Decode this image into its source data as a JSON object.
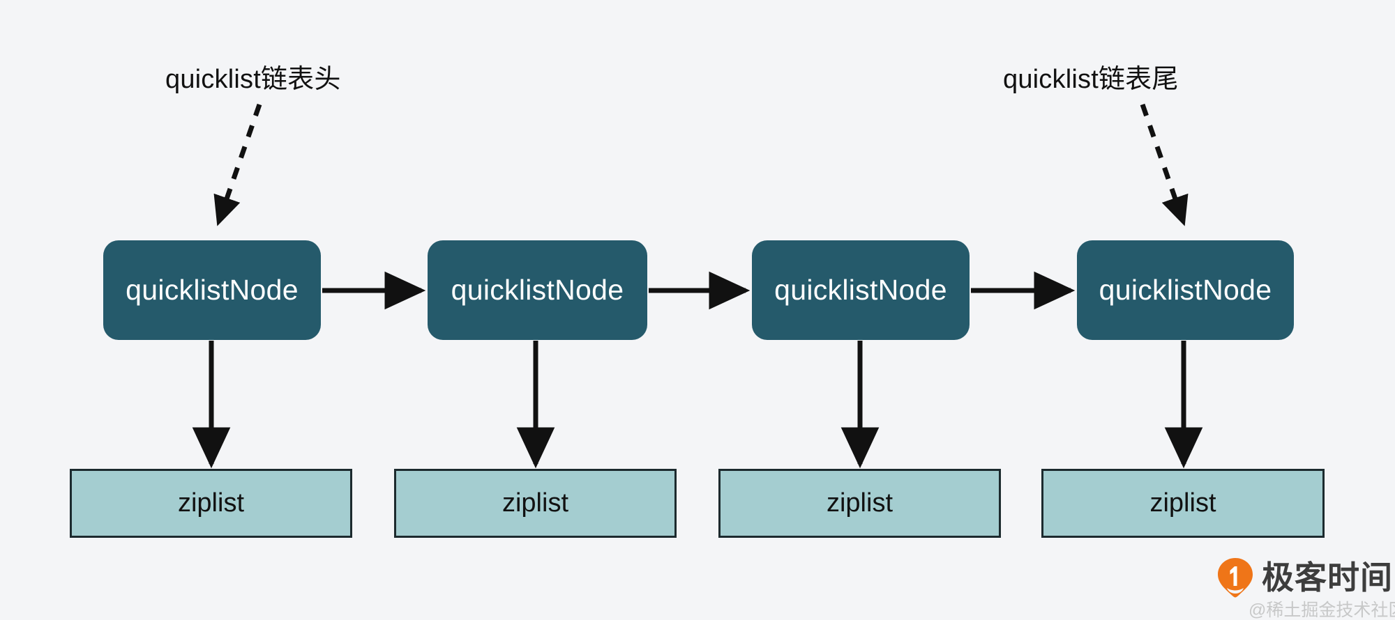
{
  "diagram": {
    "background_color": "#f4f5f7",
    "node_color": "#255a6b",
    "ziplist_color": "#a4cdd0",
    "ziplist_border_color": "#1c2a2e",
    "arrow_color": "#111111",
    "annotations": [
      {
        "id": "head",
        "text": "quicklist链表头"
      },
      {
        "id": "tail",
        "text": "quicklist链表尾"
      }
    ],
    "nodes": [
      {
        "label": "quicklistNode",
        "child": "ziplist"
      },
      {
        "label": "quicklistNode",
        "child": "ziplist"
      },
      {
        "label": "quicklistNode",
        "child": "ziplist"
      },
      {
        "label": "quicklistNode",
        "child": "ziplist"
      }
    ]
  },
  "brand": {
    "name": "极客时间",
    "mark_color": "#ef7518",
    "watermark": "@稀土掘金技术社区"
  }
}
